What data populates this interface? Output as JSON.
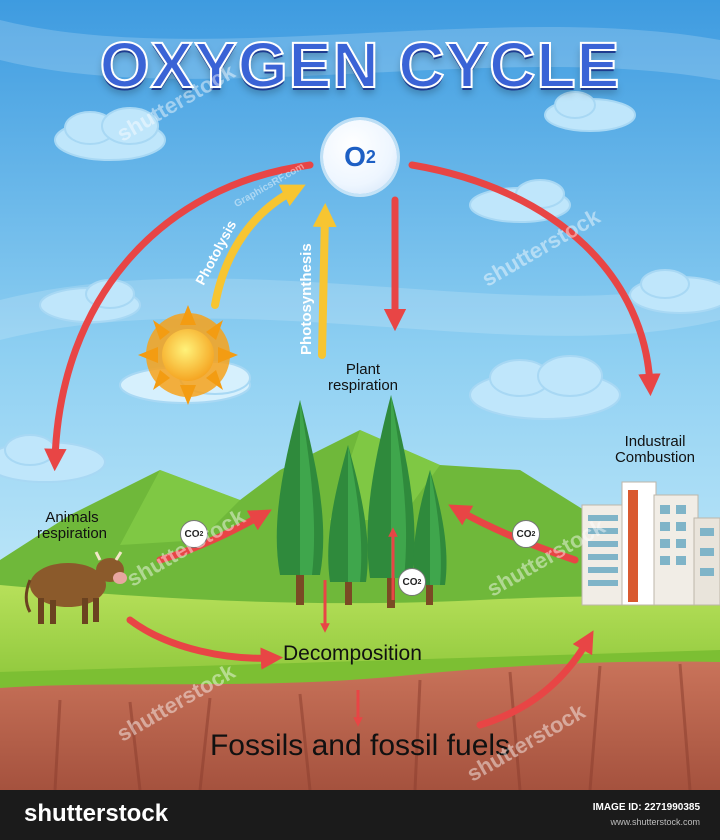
{
  "title": "OXYGEN CYCLE",
  "o2_node": {
    "main": "O",
    "sub": "2"
  },
  "arrow_labels": {
    "photolysis": "Photolysis",
    "photosynthesis": "Photosynthesis"
  },
  "nodes": {
    "plant_respiration": "Plant\nrespiration",
    "industrial_combustion": "Industrail\nCombustion",
    "animals_respiration": "Animals\nrespiration",
    "decomposition": "Decomposition",
    "fossils": "Fossils and fossil fuels"
  },
  "co2_tag": {
    "main": "CO",
    "sub": "2"
  },
  "watermark": {
    "text": "shutterstock",
    "credit": "GraphicsRF.com"
  },
  "footer": {
    "brand": "shutterstock",
    "image_id": "IMAGE ID: 2271990385",
    "site": "www.shutterstock.com"
  },
  "colors": {
    "title": "#3a63d6",
    "arrow_red": "#e84545",
    "arrow_yellow": "#f7c531",
    "sky": "#5fb3e8",
    "grass": "#8fcf3a",
    "soil": "#b8614a"
  }
}
